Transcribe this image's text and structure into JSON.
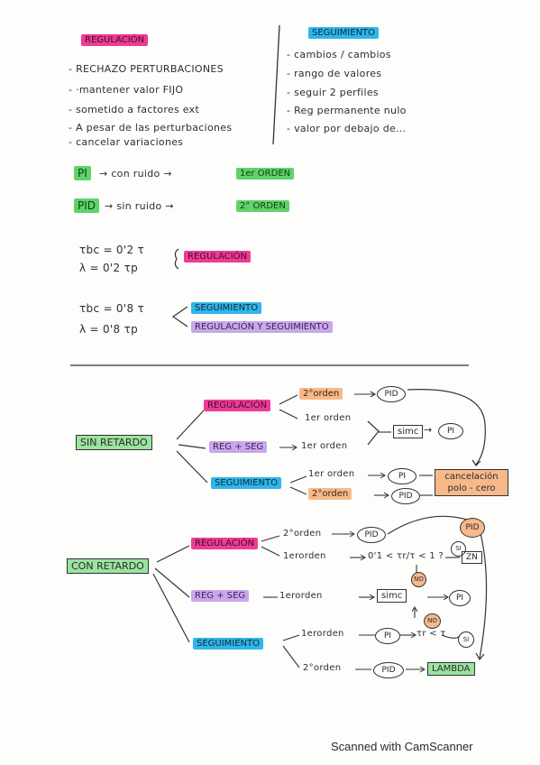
{
  "top": {
    "regulacion_title": "REGULACIÓN",
    "seguimiento_title": "SEGUIMIENTO",
    "regulacion_items": [
      "- RECHAZO PERTURBACIONES",
      "- ·mantener valor FIJO",
      "- sometido a factores ext",
      "- A pesar de las perturbaciones",
      "- cancelar variaciones"
    ],
    "seguimiento_items": [
      "- cambios / cambios",
      "- rango de valores",
      "- seguir 2 perfiles",
      "- Reg permanente nulo",
      "- valor por debajo de..."
    ]
  },
  "controllers": {
    "pi_label": "PI",
    "pi_mid": "→ con ruido →",
    "pi_order": "1er ORDEN",
    "pid_label": "PID",
    "pid_mid": "→ sin ruido →",
    "pid_order": "2° ORDEN"
  },
  "tuning": {
    "reg_line1": "τbc = 0'2 τ",
    "reg_line2": "λ = 0'2 τp",
    "reg_tag": "REGULACIÓN",
    "seg_line1": "τbc = 0'8 τ",
    "seg_line2": "λ = 0'8 τp",
    "seg_tag": "SEGUIMIENTO",
    "both_tag": "REGULACIÓN Y SEGUIMIENTO"
  },
  "sin_retardo": {
    "root": "SIN RETARDO",
    "regulacion": "REGULACIÓN",
    "reg_seg": "REG + SEG",
    "seguimiento": "SEGUIMIENTO",
    "orden2": "2°orden",
    "orden1": "1er orden",
    "orden1_b": "1er orden",
    "seg_orden1": "1er orden",
    "seg_orden2": "2°orden",
    "pid": "PID",
    "pi": "PI",
    "simc": "simc",
    "pi_seg": "PI",
    "pid_seg": "PID",
    "cancel1": "cancelación",
    "cancel2": "polo - cero"
  },
  "con_retardo": {
    "root": "CON RETARDO",
    "regulacion": "REGULACIÓN",
    "reg_seg": "REG + SEG",
    "seguimiento": "SEGUIMIENTO",
    "orden2": "2°orden",
    "orden1": "1erorden",
    "cond": "0'1 < τr/τ < 1 ?",
    "si": "SI",
    "no": "NO",
    "zn": "ZN",
    "pid_top": "PID",
    "pid": "PID",
    "rs_orden": "1erorden",
    "simc": "simc",
    "pi": "PI",
    "no2": "NO",
    "seg_orden1": "1erorden",
    "seg_pi": "PI",
    "cond2": "τr < τ",
    "si2": "SI",
    "seg_orden2": "2°orden",
    "seg_pid": "PID",
    "lambda": "LAMBDA"
  },
  "footer": "Scanned with CamScanner"
}
